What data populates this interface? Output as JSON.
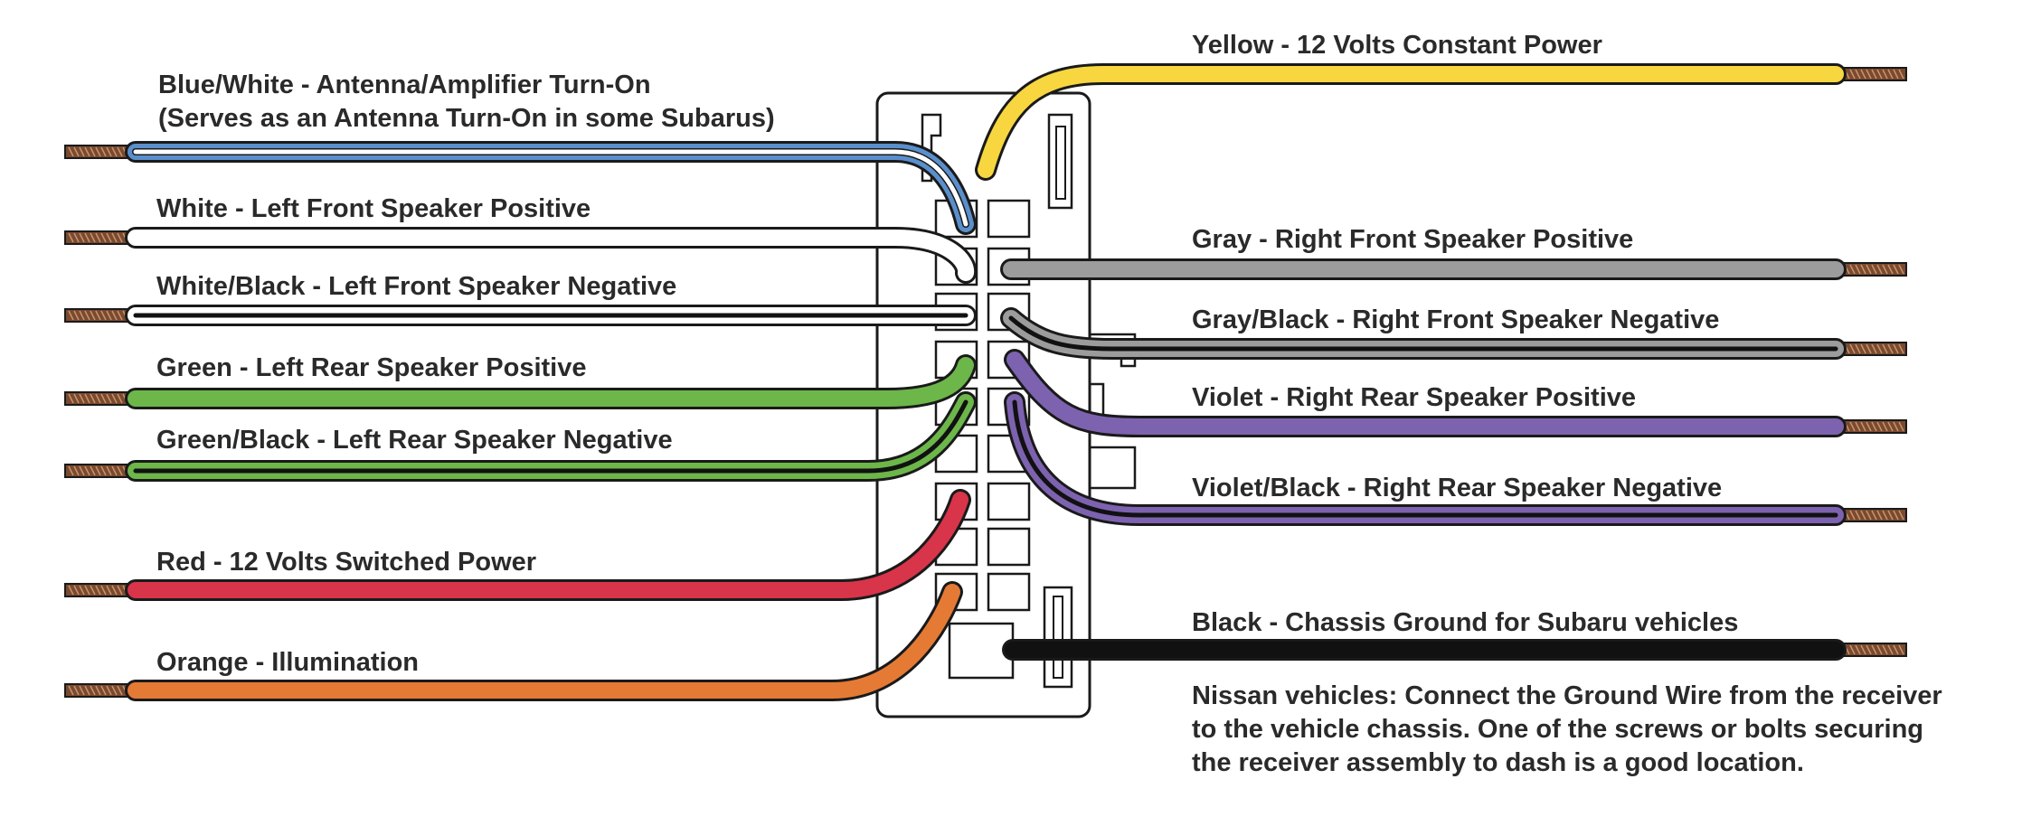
{
  "wires_left": [
    {
      "id": "blue-white",
      "label": "Blue/White - Antenna/Amplifier Turn-On",
      "sublabel": "(Serves as an Antenna Turn-On in some Subarus)",
      "color": "#5a8fcc",
      "stripe": "#ffffff"
    },
    {
      "id": "white",
      "label": "White - Left Front Speaker Positive",
      "color": "#ffffff",
      "stripe": ""
    },
    {
      "id": "white-black",
      "label": "White/Black - Left Front Speaker Negative",
      "color": "#ffffff",
      "stripe": "#111111"
    },
    {
      "id": "green",
      "label": "Green - Left Rear Speaker Positive",
      "color": "#6cb64a",
      "stripe": ""
    },
    {
      "id": "green-black",
      "label": "Green/Black - Left Rear Speaker Negative",
      "color": "#6cb64a",
      "stripe": "#111111"
    },
    {
      "id": "red",
      "label": "Red - 12 Volts Switched Power",
      "color": "#d8344a",
      "stripe": ""
    },
    {
      "id": "orange",
      "label": "Orange - Illumination",
      "color": "#e57a35",
      "stripe": ""
    }
  ],
  "wires_right": [
    {
      "id": "yellow",
      "label": "Yellow - 12 Volts Constant Power",
      "color": "#f7d640",
      "stripe": ""
    },
    {
      "id": "gray",
      "label": "Gray - Right Front Speaker Positive",
      "color": "#9c9c9c",
      "stripe": ""
    },
    {
      "id": "gray-black",
      "label": "Gray/Black - Right Front Speaker Negative",
      "color": "#9c9c9c",
      "stripe": "#111111"
    },
    {
      "id": "violet",
      "label": "Violet - Right Rear Speaker Positive",
      "color": "#7d62b0",
      "stripe": ""
    },
    {
      "id": "violet-black",
      "label": "Violet/Black - Right Rear Speaker Negative",
      "color": "#7d62b0",
      "stripe": "#111111"
    },
    {
      "id": "black",
      "label": "Black - Chassis Ground for Subaru vehicles",
      "color": "#111111",
      "stripe": ""
    }
  ],
  "note": {
    "lines": [
      "Nissan vehicles:  Connect the Ground Wire from the receiver",
      "to the vehicle chassis.  One of the screws or bolts securing",
      "the receiver assembly to dash is a good location."
    ]
  },
  "colors": {
    "outline": "#1a1a1a",
    "copper": "#7a4a30",
    "copper_stripe": "#c9946c"
  }
}
